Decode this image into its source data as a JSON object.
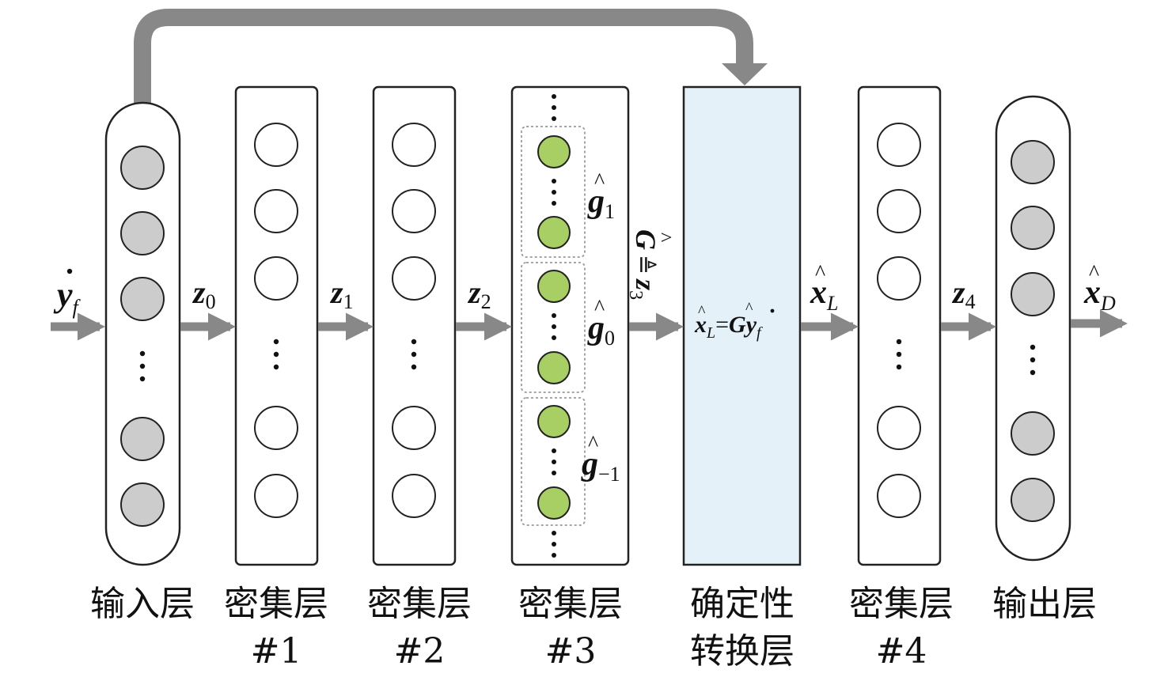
{
  "colors": {
    "arrow": "#888888",
    "node_gray": "#cccccc",
    "node_green": "#a8cf63",
    "node_stroke": "#222222",
    "transform_fill": "#e4f1f8"
  },
  "layers": [
    {
      "id": "input",
      "label1": "输入层",
      "label2": ""
    },
    {
      "id": "dense1",
      "label1": "密集层",
      "label2": "#1"
    },
    {
      "id": "dense2",
      "label1": "密集层",
      "label2": "#2"
    },
    {
      "id": "dense3",
      "label1": "密集层",
      "label2": "#3"
    },
    {
      "id": "transform",
      "label1": "确定性",
      "label2": "转换层"
    },
    {
      "id": "dense4",
      "label1": "密集层",
      "label2": "#4"
    },
    {
      "id": "output",
      "label1": "输出层",
      "label2": ""
    }
  ],
  "signals": {
    "input": {
      "base": "y",
      "sub": "f"
    },
    "z0": {
      "base": "z",
      "sub": "0"
    },
    "z1": {
      "base": "z",
      "sub": "1"
    },
    "z2": {
      "base": "z",
      "sub": "2"
    },
    "z3": {
      "lhs": "G",
      "eq": "≜",
      "base": "z",
      "sub": "3"
    },
    "xL": {
      "base": "x",
      "sub": "L"
    },
    "z4": {
      "base": "z",
      "sub": "4"
    },
    "output": {
      "base": "x",
      "sub": "D"
    }
  },
  "groups": [
    {
      "base": "g",
      "sub": "1"
    },
    {
      "base": "g",
      "sub": "0"
    },
    {
      "base": "g",
      "sub": "−1"
    }
  ],
  "transform_eq": {
    "x": "x",
    "x_sub": "L",
    "eq": "=",
    "G": "G",
    "y": "y",
    "y_sub": "f"
  }
}
